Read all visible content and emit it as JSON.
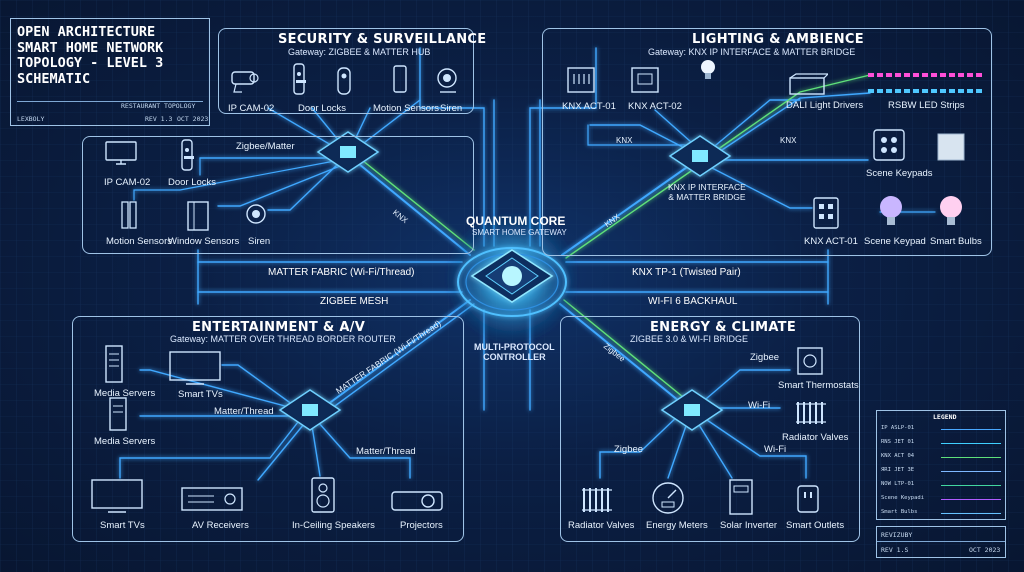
{
  "title_block": {
    "title": "OPEN ARCHITECTURE\nSMART HOME NETWORK\nTOPOLOGY - LEVEL 3\nSCHEMATIC",
    "row1_left": "",
    "row1_right": "RESTAURANT TOPOLOGY",
    "row2_left": "LEXBOLY",
    "row2_mid": "REV 1.3",
    "row2_right": "OCT 2023"
  },
  "core": {
    "title": "QUANTUM CORE",
    "subtitle": "SMART HOME GATEWAY",
    "controller": "MULTI-PROTOCOL\nCONTROLLER"
  },
  "backbones": {
    "matter_fabric": "MATTER FABRIC (Wi-Fi/Thread)",
    "zigbee_mesh": "ZIGBEE MESH",
    "knx_tp1": "KNX TP-1 (Twisted Pair)",
    "wifi6": "WI-FI 6 BACKHAUL",
    "knx_left": "KNX",
    "knx_right": "KNX",
    "zigbee_diag": "Zigbee",
    "matter_diag": "MATTER FABRIC (Wi-Fi/Thread)"
  },
  "security": {
    "title": "SECURITY & SURVEILLANCE",
    "gateway": "Gateway: ZIGBEE & MATTER HUB",
    "link_label": "Zigbee/Matter",
    "devices": [
      "IP CAM-02",
      "Door Locks",
      "Motion Sensors",
      "Siren",
      "IP CAM-02",
      "Door Locks",
      "Motion Sensors",
      "Window Sensors",
      "Siren"
    ]
  },
  "lighting": {
    "title": "LIGHTING & AMBIENCE",
    "gateway": "Gateway: KNX IP INTERFACE & MATTER BRIDGE",
    "hub_label": "KNX IP INTERFACE\n& MATTER BRIDGE",
    "knx_tag": "KNX",
    "knx_tag2": "KNX",
    "devices": [
      "KNX ACT-01",
      "KNX ACT-02",
      "DALI Light Drivers",
      "RSBW LED Strips",
      "Scene Keypads",
      "KNX ACT-01",
      "Scene Keypad",
      "Smart Bulbs"
    ]
  },
  "entertainment": {
    "title": "ENTERTAINMENT & A/V",
    "gateway": "Gateway: MATTER OVER THREAD BORDER ROUTER",
    "link1": "Matter/Thread",
    "link2": "Matter/Thread",
    "devices": [
      "Media Servers",
      "Smart TVs",
      "Media Servers",
      "Smart TVs",
      "AV Receivers",
      "In-Ceiling Speakers",
      "Projectors"
    ]
  },
  "energy": {
    "title": "ENERGY & CLIMATE",
    "gateway": "ZIGBEE 3.0 & WI-FI BRIDGE",
    "link_zigbee1": "Zigbee",
    "link_wifi1": "Wi-Fi",
    "link_wifi2": "Wi-Fi",
    "link_zigbee2": "Zigbee",
    "devices": [
      "Smart Thermostats",
      "Radiator Valves",
      "Radiator Valves",
      "Energy Meters",
      "Solar Inverter",
      "Smart Outlets"
    ]
  },
  "legend": {
    "title": "LEGEND",
    "rows": [
      "IP ASLP-01",
      "RNS JET 01",
      "KNX ACT 04",
      "ЯRI JET 3E",
      "NOW LTP-01",
      "Scene Keypadi",
      "Smart Bulbs"
    ],
    "colors": [
      "#4aa8ff",
      "#3fd0ff",
      "#5ee07a",
      "#7fb8ff",
      "#42d6a0",
      "#b05cff",
      "#66c2ff"
    ]
  },
  "revision": {
    "label": "REVIZUBY",
    "rev": "REV 1.S",
    "date": "OCT 2023"
  },
  "colors": {
    "primary": "#3fa8ff",
    "green": "#5ee07a",
    "glow": "#6fe3ff"
  }
}
